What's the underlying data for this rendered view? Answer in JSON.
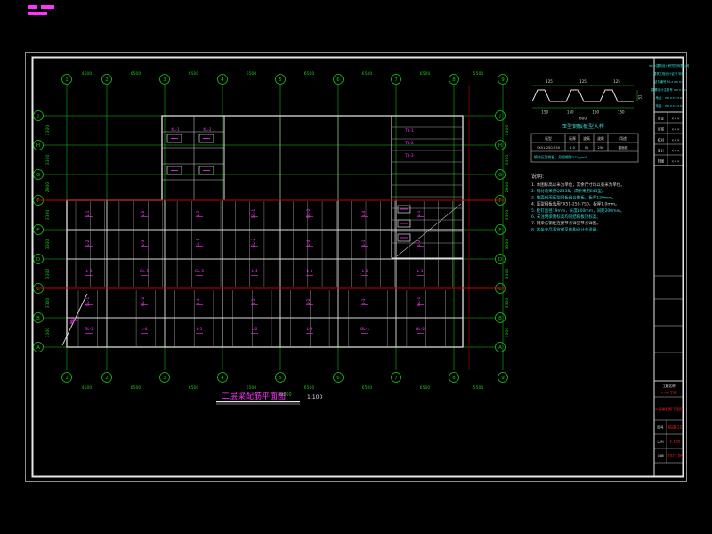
{
  "title": {
    "text": "二层梁配筋平面图",
    "scale": "1:100"
  },
  "axes": {
    "cols": [
      "1",
      "2",
      "3",
      "4",
      "5",
      "6",
      "7",
      "8",
      "9"
    ],
    "rows": [
      "A",
      "B",
      "C",
      "D",
      "E",
      "F",
      "G",
      "H",
      "J"
    ],
    "top_dims": [
      "4500",
      "6500",
      "6500",
      "6500",
      "6500",
      "6500",
      "6500",
      "5500"
    ],
    "bottom_dims": [
      "4500",
      "6500",
      "6500",
      "6500",
      "6500",
      "6500",
      "6500",
      "5500"
    ],
    "total": "49000",
    "left_dims": [
      "3300",
      "3300",
      "2900",
      "3300",
      "3300",
      "3300",
      "3300",
      "3300"
    ],
    "right_dims": [
      "3300",
      "3300",
      "2900",
      "3300",
      "3300",
      "3300",
      "3300",
      "3300"
    ]
  },
  "plan": {
    "beam_labels": [
      "L-1",
      "L-2",
      "L-3",
      "GL-1",
      "GL-2",
      "L-4"
    ],
    "stair_labels": [
      "TL-1",
      "TL-2",
      "TL-3"
    ],
    "core_labels": [
      "KL-1",
      "KL-2"
    ],
    "ramp_label": "坡道"
  },
  "deck": {
    "title": "压型钢板板型大样",
    "top_dims": [
      "125",
      "125",
      "125"
    ],
    "bottom_dims": [
      "150",
      "150",
      "150",
      "150"
    ],
    "total": "600",
    "height": "51"
  },
  "deck_table": {
    "headers": [
      "板型",
      "板厚",
      "波高",
      "波距",
      "用途"
    ],
    "row": [
      "YX51-250-750",
      "1.0",
      "51",
      "250",
      "楼面板"
    ],
    "note": "镀锌压型钢板，双面镀锌275g/m²"
  },
  "notes": {
    "title": "说明:",
    "lines": [
      {
        "text": "1. 本图标高以米为单位，其余尺寸均以毫米为单位。",
        "color": "white"
      },
      {
        "text": "2. 钢材均采用Q235B，焊条采用E43型。",
        "color": "cyan"
      },
      {
        "text": "3. 楼面采用压型钢板组合楼板，板厚120mm。",
        "color": "cyan"
      },
      {
        "text": "4. 压型钢板选用YX51-250-750，板厚1.0mm。",
        "color": "white"
      },
      {
        "text": "5. 栓钉直径19mm，长度100mm，间距200mm。",
        "color": "cyan"
      },
      {
        "text": "6. 未注明梁顶标高均同结构板顶标高。",
        "color": "cyan"
      },
      {
        "text": "7. 钢梁与钢柱连接节点详见节点详图。",
        "color": "white"
      },
      {
        "text": "8. 其余未尽事宜详见结构设计总说明。",
        "color": "cyan"
      }
    ]
  },
  "titleblock": {
    "company_lines": [
      "×××建筑设计研究院有限公司",
      "建筑工程设计证书 甲级",
      "证书编号 A1×××××",
      "勘察设计注册号 ×××××",
      "地址：×××××××",
      "电话：×××××××"
    ],
    "fields": [
      {
        "label": "审定",
        "value": "×××"
      },
      {
        "label": "审核",
        "value": "×××"
      },
      {
        "label": "校对",
        "value": "×××"
      },
      {
        "label": "设计",
        "value": "×××"
      },
      {
        "label": "制图",
        "value": "×××"
      }
    ],
    "project_label": "工程名称",
    "project_value": "×××工程",
    "drawing_title": "二层梁配筋平面图",
    "rows": [
      {
        "label": "图号",
        "value": "结施-12"
      },
      {
        "label": "比例",
        "value": "1:100"
      },
      {
        "label": "日期",
        "value": "2023.06"
      }
    ]
  }
}
